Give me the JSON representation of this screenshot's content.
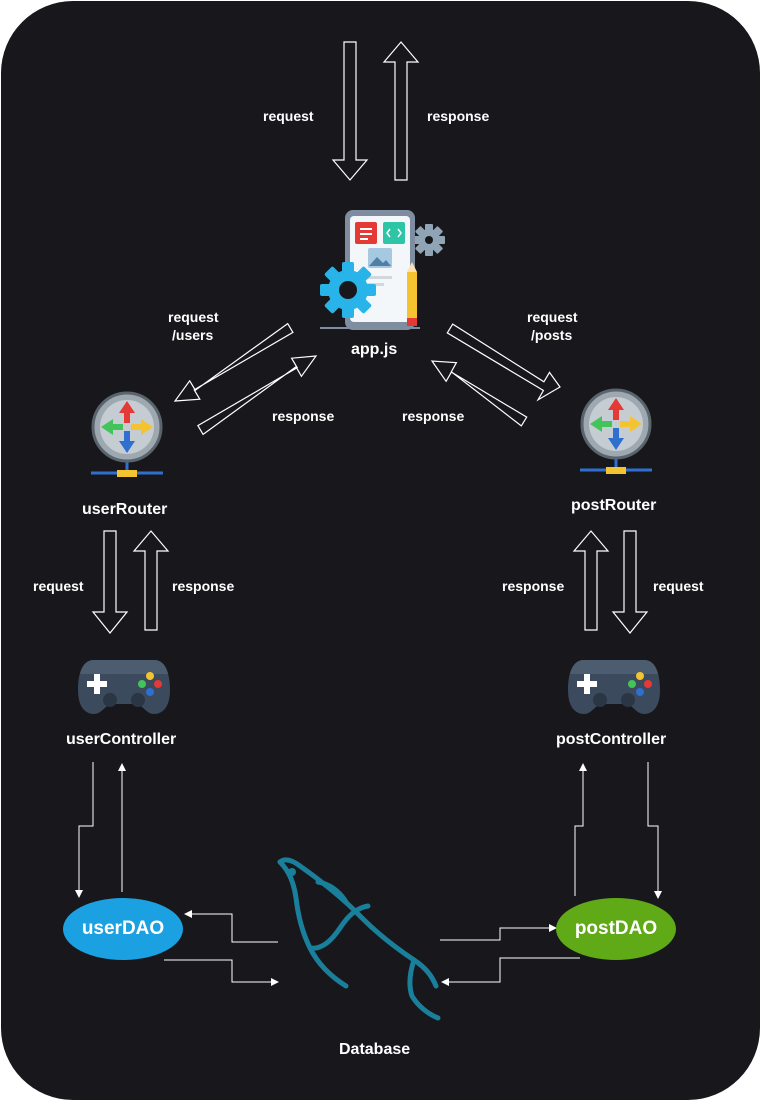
{
  "colors": {
    "background": "#18181c",
    "outline": "#ffffff",
    "userDAO_fill": "#1ba1e2",
    "postDAO_fill": "#60a917",
    "dolphin": "#1a7f9a"
  },
  "top": {
    "request_label": "request",
    "response_label": "response"
  },
  "app": {
    "label": "app.js",
    "icon": "mobile-app-gear-icon"
  },
  "user_branch": {
    "request_label_line1": "request",
    "request_label_line2": "/users",
    "response_label": "response",
    "router_label": "userRouter",
    "router_icon": "router-icon",
    "router_request_label": "request",
    "router_response_label": "response",
    "controller_label": "userController",
    "controller_icon": "gamepad-icon",
    "dao_label": "userDAO"
  },
  "post_branch": {
    "request_label_line1": "request",
    "request_label_line2": "/posts",
    "response_label": "response",
    "router_label": "postRouter",
    "router_icon": "router-icon",
    "router_request_label": "request",
    "router_response_label": "response",
    "controller_label": "postController",
    "controller_icon": "gamepad-icon",
    "dao_label": "postDAO"
  },
  "database": {
    "label": "Database",
    "icon": "mysql-dolphin-icon"
  }
}
